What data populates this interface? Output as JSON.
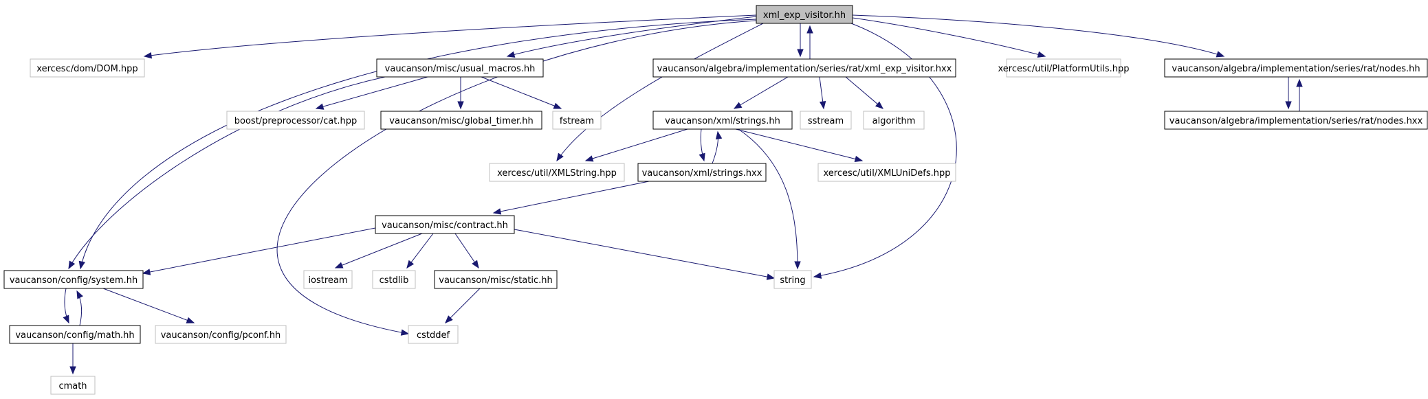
{
  "colors": {
    "edge": "#191970",
    "root_fill": "#bfbfbf",
    "local_border": "#000000",
    "external_border": "#bfbfbf",
    "node_fill": "#ffffff",
    "text": "#000000"
  },
  "nodes": {
    "root": {
      "label": "xml_exp_visitor.hh",
      "kind": "root"
    },
    "dom": {
      "label": "xercesc/dom/DOM.hpp",
      "kind": "external"
    },
    "usual_macros": {
      "label": "vaucanson/misc/usual_macros.hh",
      "kind": "local"
    },
    "xml_exp_visitor_hxx": {
      "label": "vaucanson/algebra/implementation/series/rat/xml_exp_visitor.hxx",
      "kind": "local"
    },
    "platformutils": {
      "label": "xercesc/util/PlatformUtils.hpp",
      "kind": "external"
    },
    "nodes_hh": {
      "label": "vaucanson/algebra/implementation/series/rat/nodes.hh",
      "kind": "local"
    },
    "boost_cat": {
      "label": "boost/preprocessor/cat.hpp",
      "kind": "external"
    },
    "global_timer": {
      "label": "vaucanson/misc/global_timer.hh",
      "kind": "local"
    },
    "fstream": {
      "label": "fstream",
      "kind": "external"
    },
    "strings_hh": {
      "label": "vaucanson/xml/strings.hh",
      "kind": "local"
    },
    "sstream": {
      "label": "sstream",
      "kind": "external"
    },
    "algorithm": {
      "label": "algorithm",
      "kind": "external"
    },
    "nodes_hxx": {
      "label": "vaucanson/algebra/implementation/series/rat/nodes.hxx",
      "kind": "local"
    },
    "xmlstring": {
      "label": "xercesc/util/XMLString.hpp",
      "kind": "external"
    },
    "strings_hxx": {
      "label": "vaucanson/xml/strings.hxx",
      "kind": "local"
    },
    "xmlunidefs": {
      "label": "xercesc/util/XMLUniDefs.hpp",
      "kind": "external"
    },
    "contract": {
      "label": "vaucanson/misc/contract.hh",
      "kind": "local"
    },
    "system_hh": {
      "label": "vaucanson/config/system.hh",
      "kind": "local"
    },
    "iostream": {
      "label": "iostream",
      "kind": "external"
    },
    "cstdlib": {
      "label": "cstdlib",
      "kind": "external"
    },
    "static_hh": {
      "label": "vaucanson/misc/static.hh",
      "kind": "local"
    },
    "string": {
      "label": "string",
      "kind": "external"
    },
    "math_hh": {
      "label": "vaucanson/config/math.hh",
      "kind": "local"
    },
    "pconf": {
      "label": "vaucanson/config/pconf.hh",
      "kind": "external"
    },
    "cstddef": {
      "label": "cstddef",
      "kind": "external"
    },
    "cmath": {
      "label": "cmath",
      "kind": "external"
    }
  },
  "edges": [
    [
      "root",
      "dom"
    ],
    [
      "root",
      "usual_macros"
    ],
    [
      "root",
      "xml_exp_visitor_hxx"
    ],
    [
      "root",
      "platformutils"
    ],
    [
      "root",
      "nodes_hh"
    ],
    [
      "root",
      "xmlstring"
    ],
    [
      "root",
      "string"
    ],
    [
      "root",
      "system_hh"
    ],
    [
      "root",
      "cstddef"
    ],
    [
      "usual_macros",
      "boost_cat"
    ],
    [
      "usual_macros",
      "global_timer"
    ],
    [
      "usual_macros",
      "fstream"
    ],
    [
      "usual_macros",
      "system_hh"
    ],
    [
      "xml_exp_visitor_hxx",
      "root"
    ],
    [
      "xml_exp_visitor_hxx",
      "strings_hh"
    ],
    [
      "xml_exp_visitor_hxx",
      "sstream"
    ],
    [
      "xml_exp_visitor_hxx",
      "algorithm"
    ],
    [
      "nodes_hh",
      "nodes_hxx"
    ],
    [
      "nodes_hxx",
      "nodes_hh"
    ],
    [
      "strings_hh",
      "xmlstring"
    ],
    [
      "strings_hh",
      "strings_hxx"
    ],
    [
      "strings_hh",
      "xmlunidefs"
    ],
    [
      "strings_hh",
      "string"
    ],
    [
      "strings_hxx",
      "strings_hh"
    ],
    [
      "strings_hxx",
      "contract"
    ],
    [
      "contract",
      "system_hh"
    ],
    [
      "contract",
      "iostream"
    ],
    [
      "contract",
      "cstdlib"
    ],
    [
      "contract",
      "static_hh"
    ],
    [
      "contract",
      "string"
    ],
    [
      "static_hh",
      "cstddef"
    ],
    [
      "system_hh",
      "math_hh"
    ],
    [
      "system_hh",
      "pconf"
    ],
    [
      "math_hh",
      "system_hh"
    ],
    [
      "math_hh",
      "cmath"
    ]
  ]
}
